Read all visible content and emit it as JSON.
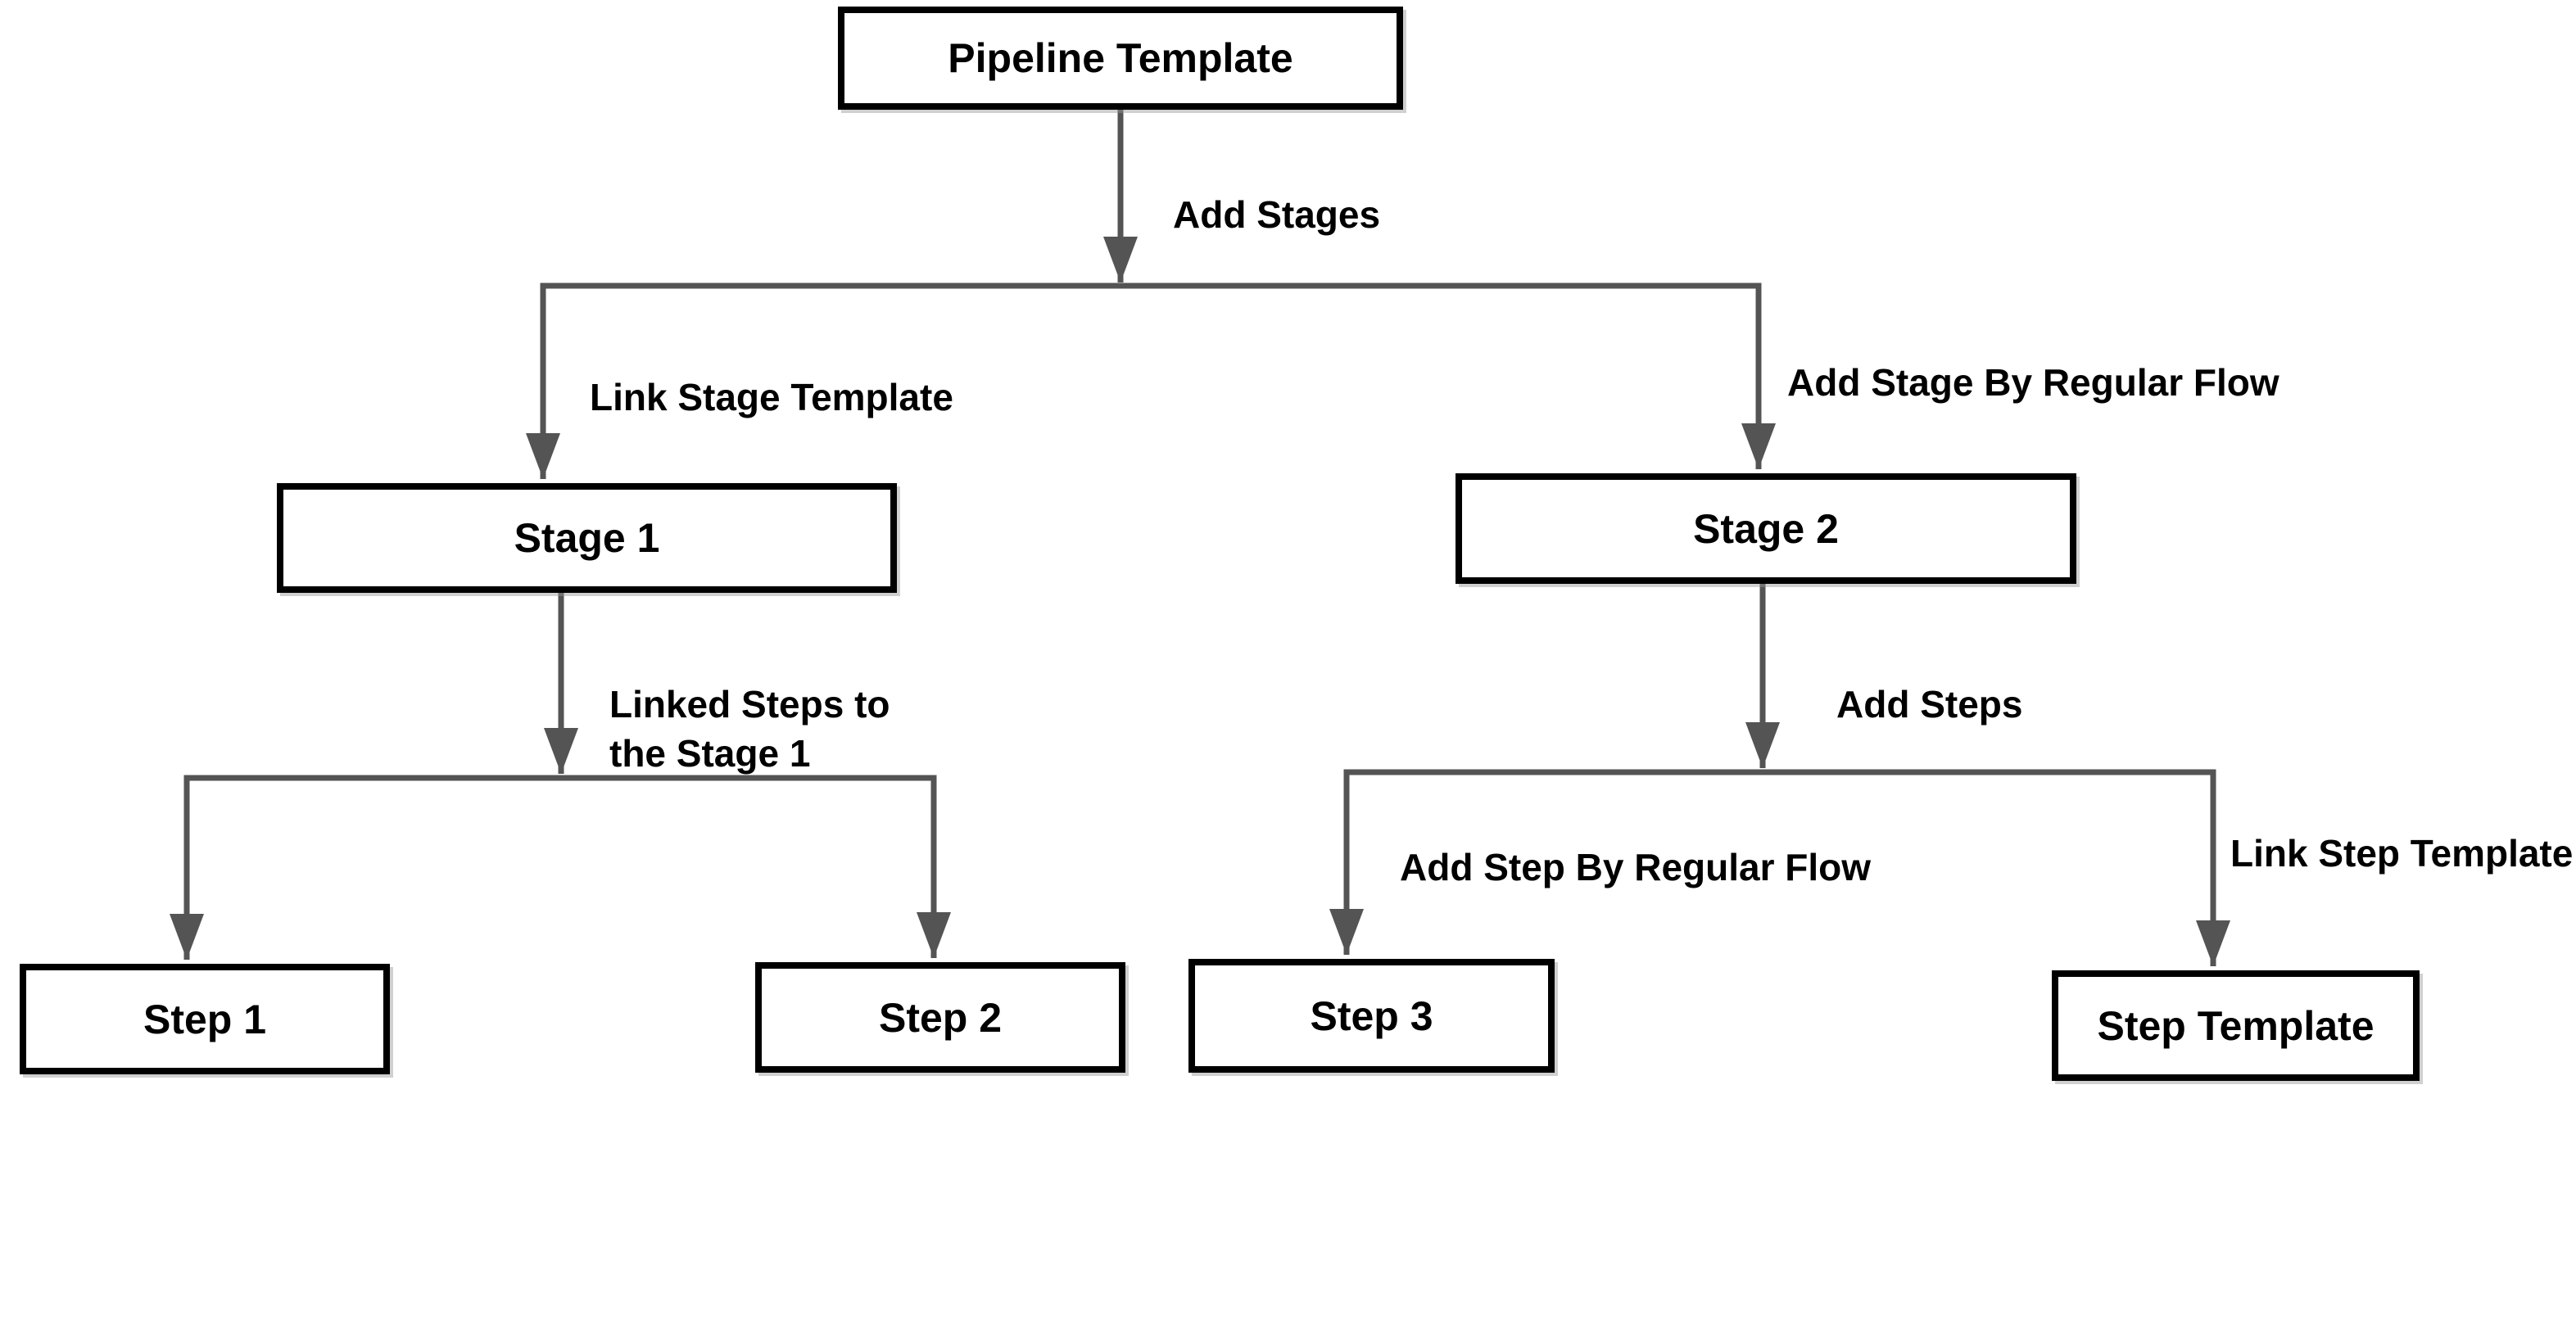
{
  "colors": {
    "connector": "#545454",
    "box_border": "#000000",
    "box_fill": "#ffffff",
    "text": "#000000"
  },
  "nodes": {
    "pipeline_template": {
      "label": "Pipeline Template"
    },
    "stage_1": {
      "label": "Stage 1"
    },
    "stage_2": {
      "label": "Stage 2"
    },
    "step_1": {
      "label": "Step 1"
    },
    "step_2": {
      "label": "Step 2"
    },
    "step_3": {
      "label": "Step 3"
    },
    "step_template": {
      "label": "Step Template"
    }
  },
  "edge_labels": {
    "add_stages": "Add Stages",
    "link_stage_template": "Link Stage Template",
    "add_stage_by_regular_flow": "Add Stage By Regular Flow",
    "linked_steps_to_the_stage_1": "Linked Steps to\nthe Stage 1",
    "add_steps": "Add Steps",
    "add_step_by_regular_flow": "Add Step By Regular Flow",
    "link_step_template": "Link Step Template"
  }
}
